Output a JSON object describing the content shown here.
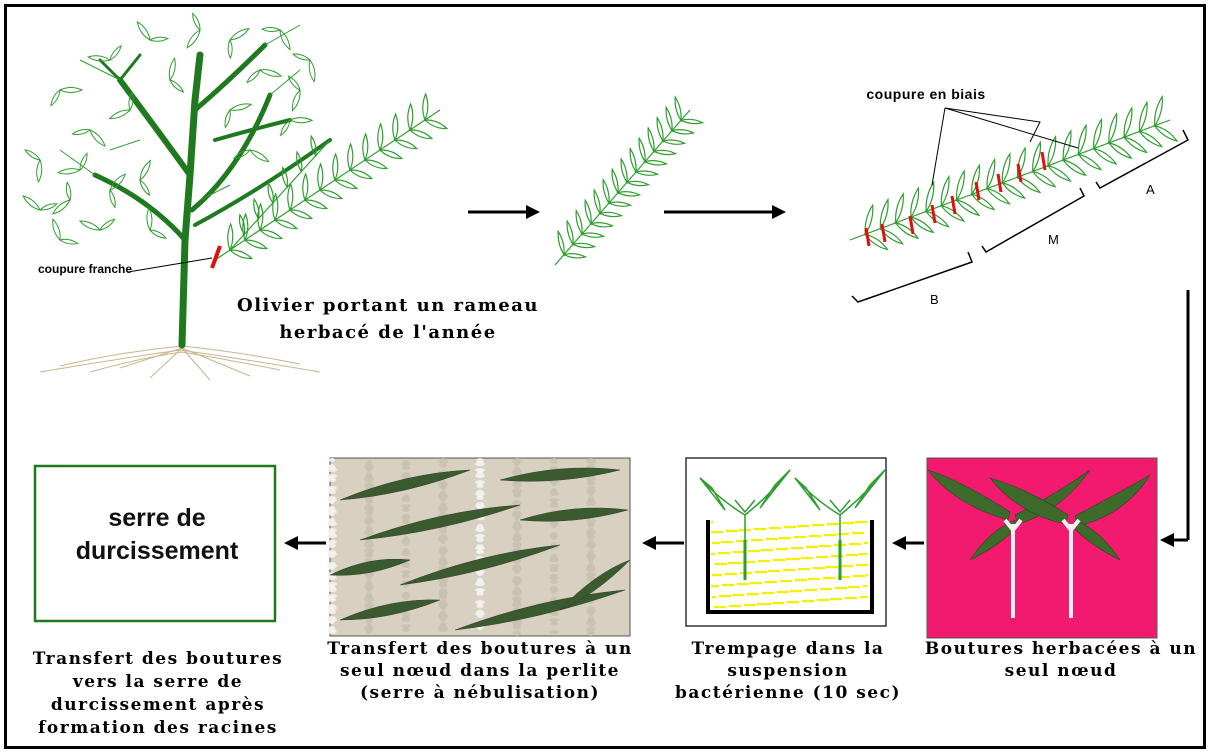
{
  "top": {
    "olive_tree_caption": "Olivier portant un rameau herbacé de l'année",
    "straight_cut_label": "coupure franche",
    "oblique_cut_label": "coupure en biais",
    "section_labels": [
      "A",
      "M",
      "B"
    ]
  },
  "bottom": {
    "hardening_box_text": "serre de durcissement",
    "step_single_node": "Boutures herbacées à un seul nœud",
    "step_soaking": "Trempage dans la suspension bactérienne (10 sec)",
    "step_perlite": "Transfert des boutures à un seul nœud dans la perlite (serre à nébulisation)",
    "step_hardening": "Transfert des boutures vers la serre de durcissement après formation des racines"
  },
  "colors": {
    "leaf_green": "#2e9e2e",
    "trunk_green": "#1f7a1f",
    "cut_red": "#e01010",
    "photo_pink": "#f21a6e",
    "bacteria_yellow": "#f4f000"
  }
}
